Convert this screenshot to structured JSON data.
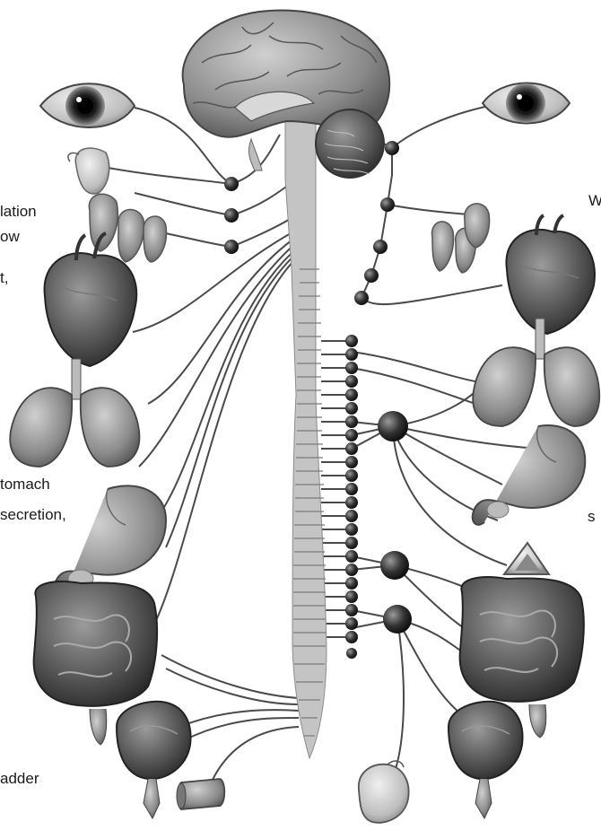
{
  "text_fragments": {
    "left_1": "lation",
    "left_2": "ow",
    "left_3": "t,",
    "left_4": "tomach",
    "left_5": "secretion,",
    "left_6": "adder",
    "right_1": "W",
    "right_2": "s"
  },
  "colors": {
    "background": "#ffffff",
    "nerve": "#4a4a4a",
    "ganglion": "#2e2e2e",
    "spinal_cord": "#c4c4c4",
    "organ_dark": "#5a5a5a",
    "organ_mid": "#8c8c8c",
    "organ_light": "#c9c9c9"
  }
}
